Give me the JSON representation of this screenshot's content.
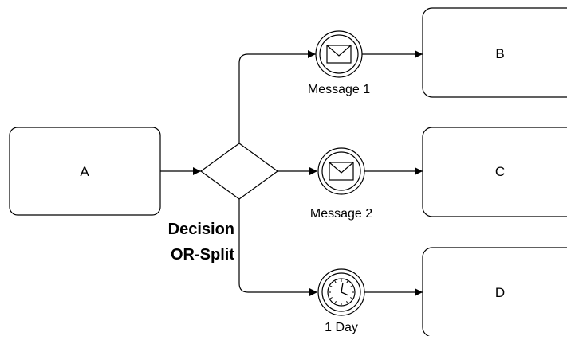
{
  "diagram": {
    "tasks": {
      "a": "A",
      "b": "B",
      "c": "C",
      "d": "D"
    },
    "gateway": {
      "label_line1": "Decision",
      "label_line2": "OR-Split"
    },
    "events": {
      "message1": {
        "label": "Message 1",
        "icon": "envelope-icon"
      },
      "message2": {
        "label": "Message 2",
        "icon": "envelope-icon"
      },
      "timer": {
        "label": "1 Day",
        "icon": "clock-icon"
      }
    }
  }
}
